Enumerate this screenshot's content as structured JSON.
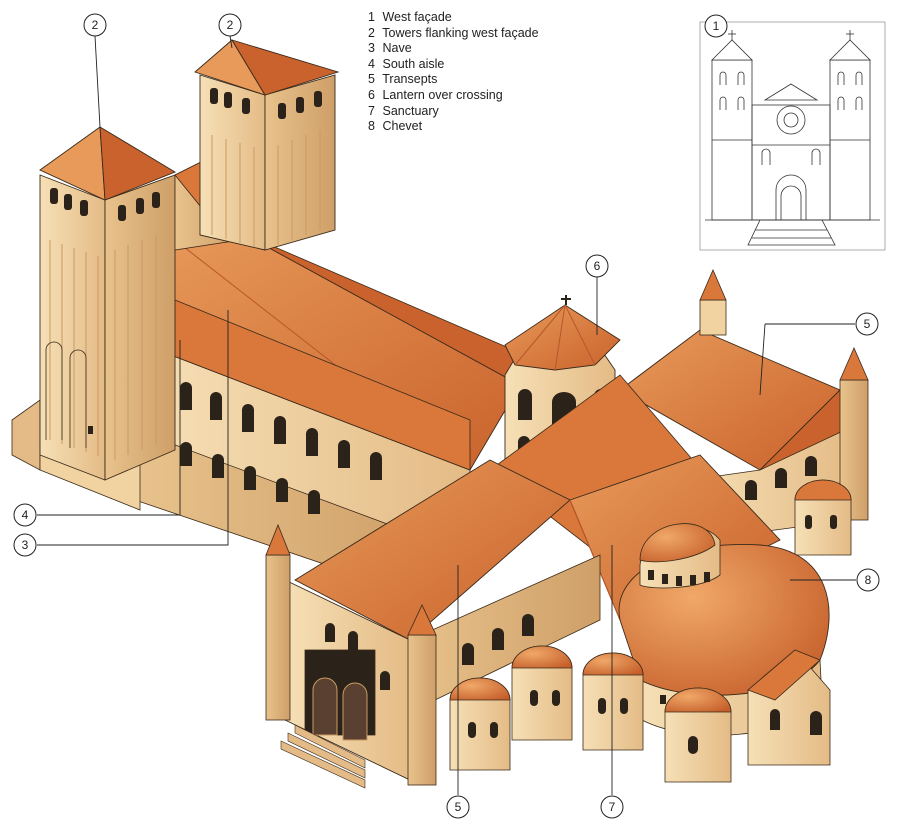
{
  "legend": [
    {
      "num": "1",
      "label": "West façade"
    },
    {
      "num": "2",
      "label": "Towers flanking west façade"
    },
    {
      "num": "3",
      "label": "Nave"
    },
    {
      "num": "4",
      "label": "South aisle"
    },
    {
      "num": "5",
      "label": "Transepts"
    },
    {
      "num": "6",
      "label": "Lantern over crossing"
    },
    {
      "num": "7",
      "label": "Sanctuary"
    },
    {
      "num": "8",
      "label": "Chevet"
    }
  ],
  "callouts": {
    "tower_left": "2",
    "tower_right": "2",
    "facade_inset": "1",
    "lantern": "6",
    "transept_north": "5",
    "aisle": "4",
    "nave": "3",
    "chevet": "8",
    "transept_south": "5",
    "sanctuary": "7"
  },
  "colors": {
    "roof": "#d9783a",
    "roof_dark": "#b8562a",
    "roof_light": "#e89a5a",
    "wall": "#f2d6a4",
    "wall_shade": "#e0b47e",
    "wall_dark": "#c99a63",
    "window": "#2b2219",
    "line": "#3a2a1a"
  }
}
